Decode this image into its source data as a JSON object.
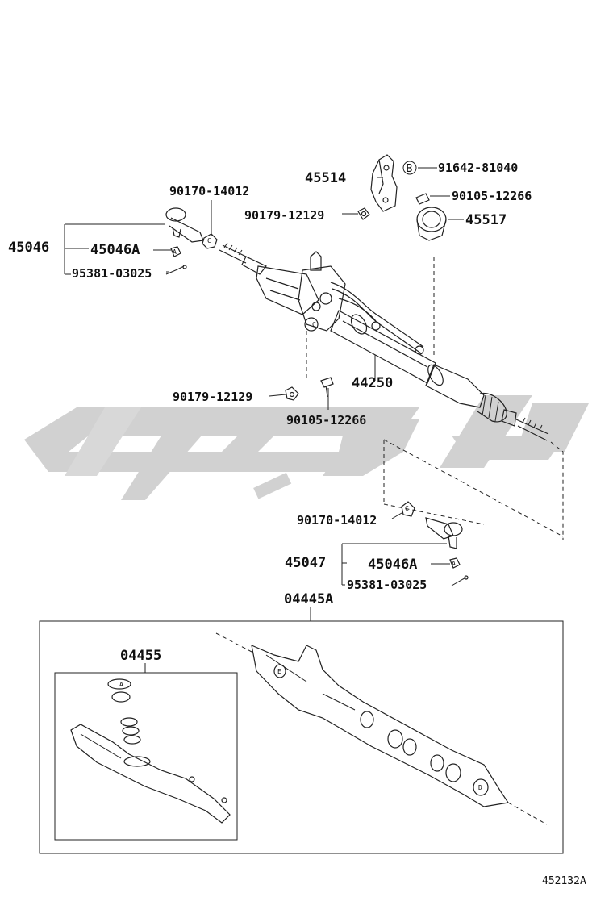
{
  "diagram_id": "452132A",
  "labels": {
    "p91642": "91642-81040",
    "p45514": "45514",
    "p90105a": "90105-12266",
    "p90170a": "90170-14012",
    "p90179a": "90179-12129",
    "p45517": "45517",
    "p45046": "45046",
    "p45046a_1": "45046A",
    "p95381_1": "95381-03025",
    "p44250": "44250",
    "p90179b": "90179-12129",
    "p90105b": "90105-12266",
    "p90170b": "90170-14012",
    "p45047": "45047",
    "p45046a_2": "45046A",
    "p95381_2": "95381-03025",
    "p04445a": "04445A",
    "p04455": "04455",
    "mark_b": "B",
    "mark_c1": "C",
    "mark_c2": "C",
    "mark_c3": "C",
    "mark_a1": "A",
    "mark_a2": "A",
    "mark_a3": "A",
    "mark_d": "D",
    "mark_e": "E"
  },
  "watermark": {
    "description": "gray logo watermark",
    "color": "#c9c9c9"
  }
}
